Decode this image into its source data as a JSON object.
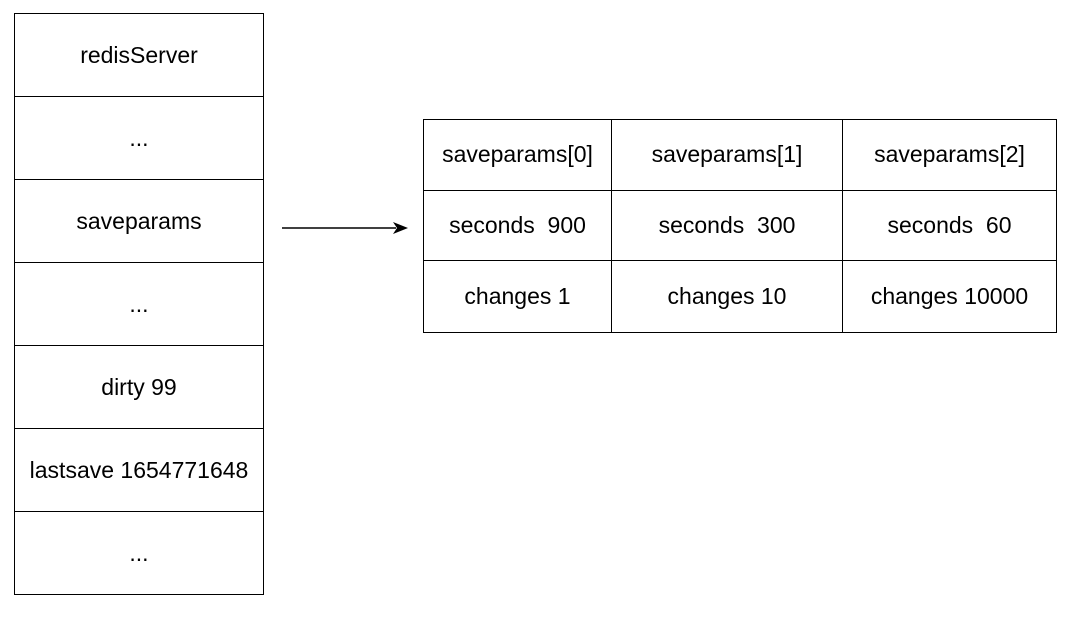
{
  "redis_server": {
    "rows": [
      "redisServer",
      "...",
      "saveparams",
      "...",
      "dirty 99",
      "lastsave 1654771648",
      "..."
    ]
  },
  "saveparams_table": {
    "headers": [
      "saveparams[0]",
      "saveparams[1]",
      "saveparams[2]"
    ],
    "seconds": [
      "seconds  900",
      "seconds  300",
      "seconds  60"
    ],
    "changes": [
      "changes 1",
      "changes 10",
      "changes 10000"
    ]
  },
  "colors": {
    "line": "#000000",
    "background": "#ffffff"
  }
}
